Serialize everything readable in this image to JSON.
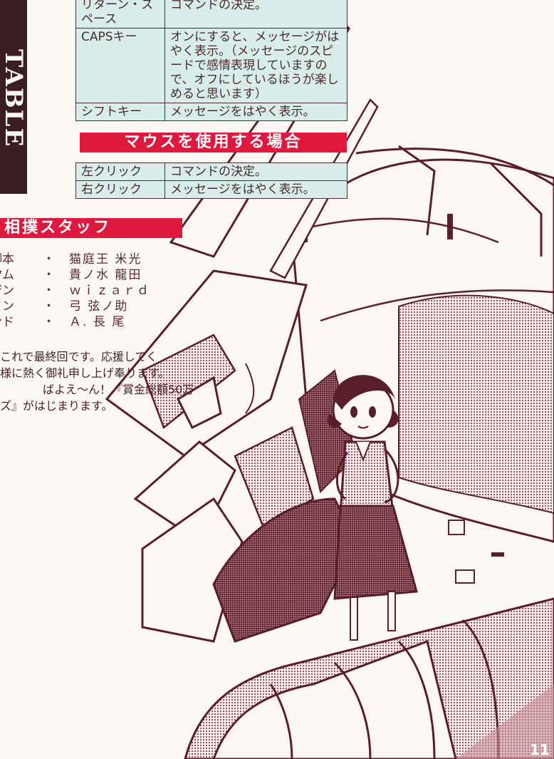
{
  "side_title": "TABLE",
  "keyboard_table": {
    "rows": [
      {
        "key": "リターン・スペース",
        "desc": "コマンドの決定。"
      },
      {
        "key": "CAPSキー",
        "desc": "オンにすると、メッセージがはやく表示。（メッセージのスピードで感情表現していますので、オフにしているほうが楽しめると思います）"
      },
      {
        "key": "シフトキー",
        "desc": "メッセージをはやく表示。"
      }
    ]
  },
  "mouse_banner": "マウスを使用する場合",
  "mouse_table": {
    "rows": [
      {
        "key": "左クリック",
        "desc": "コマンドの決定。"
      },
      {
        "key": "右クリック",
        "desc": "メッセージをはやく表示。"
      }
    ]
  },
  "staff_banner": "相撲スタッフ",
  "staff": [
    {
      "role": "脚本",
      "name": "猫庭王 米光"
    },
    {
      "role": "グラフィックム",
      "name": "貴ノ水 龍田"
    },
    {
      "role": "プログラミング・エンジン",
      "name": "ｗｉｚａｒｄ"
    },
    {
      "role": "デザイン",
      "name": "弓 弦ノ助"
    },
    {
      "role": "サウンド",
      "name": "Ａ. 長 尾"
    }
  ],
  "staff_separator": "・",
  "notes": [
    "これで最終回です。応援してく",
    "様に熱く御礼申し上げ奉ります。",
    "ばよえ～ん！『賞金総額50万",
    "ズ』がはじまります。"
  ],
  "page_number": "11"
}
